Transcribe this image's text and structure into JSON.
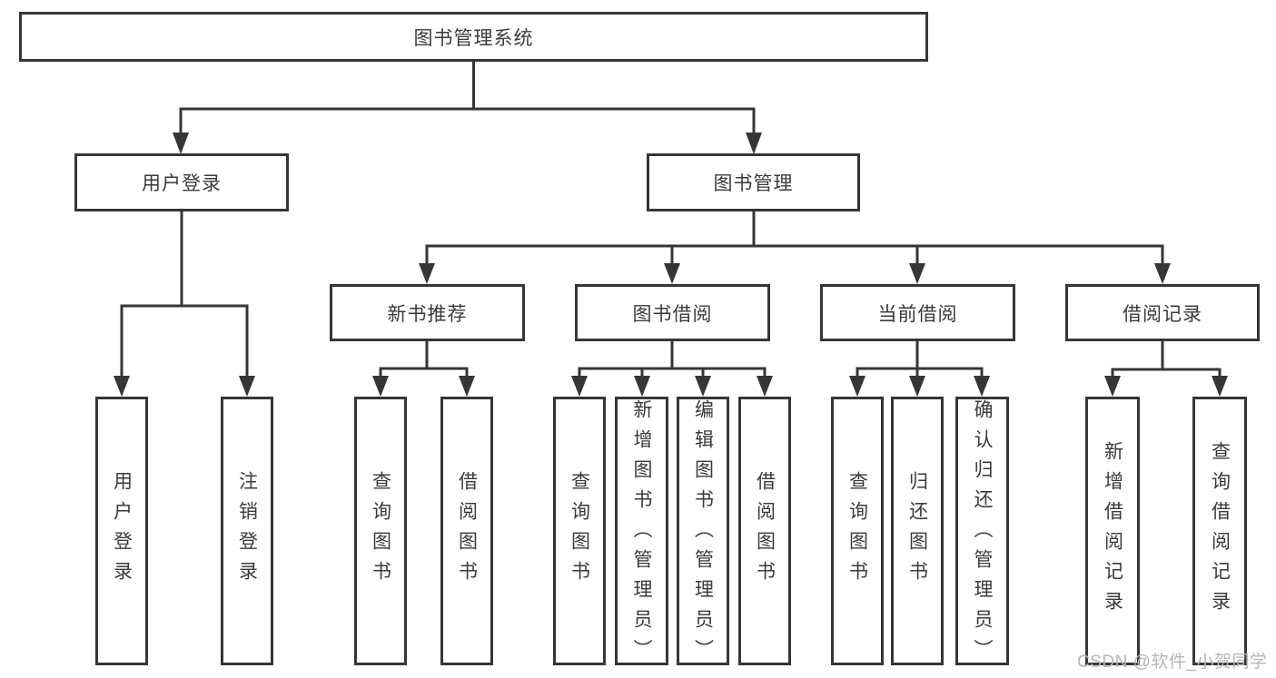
{
  "tree": {
    "label": "图书管理系统",
    "children": [
      {
        "label": "用户登录",
        "children": [
          {
            "label": "用户登录"
          },
          {
            "label": "注销登录"
          }
        ]
      },
      {
        "label": "图书管理",
        "children": [
          {
            "label": "新书推荐",
            "children": [
              {
                "label": "查询图书"
              },
              {
                "label": "借阅图书"
              }
            ]
          },
          {
            "label": "图书借阅",
            "children": [
              {
                "label": "查询图书"
              },
              {
                "label": "新增图书（管理员）"
              },
              {
                "label": "编辑图书（管理员）"
              },
              {
                "label": "借阅图书"
              }
            ]
          },
          {
            "label": "当前借阅",
            "children": [
              {
                "label": "查询图书"
              },
              {
                "label": "归还图书"
              },
              {
                "label": "确认归还（管理员）"
              }
            ]
          },
          {
            "label": "借阅记录",
            "children": [
              {
                "label": "新增借阅记录"
              },
              {
                "label": "查询借阅记录"
              }
            ]
          }
        ]
      }
    ]
  },
  "watermark": {
    "text": "CSDN @软件_小贺同学"
  },
  "colors": {
    "line": "#363636",
    "text": "#3a3a3a",
    "node_background": "#ffffff",
    "page_background": "#ffffff",
    "watermark": "#b5b5b5"
  }
}
